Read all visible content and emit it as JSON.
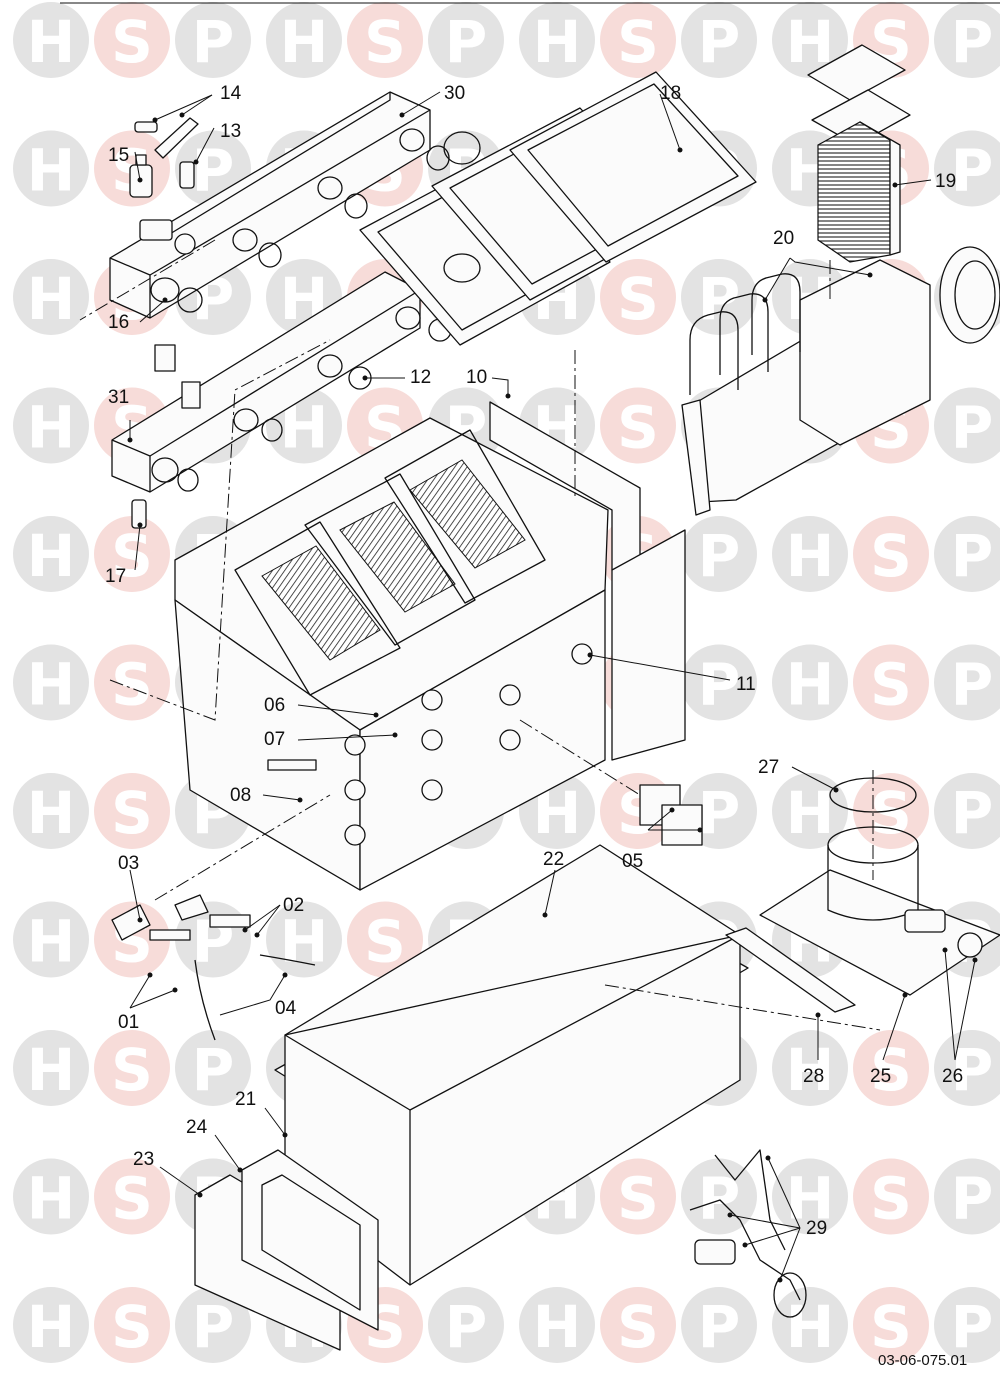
{
  "diagram": {
    "watermark": {
      "letters": [
        "H",
        "S",
        "P"
      ],
      "columns": 4,
      "rows": 11
    },
    "callouts": {
      "c01": "01",
      "c02": "02",
      "c03": "03",
      "c04": "04",
      "c05": "05",
      "c06": "06",
      "c07": "07",
      "c08": "08",
      "c10": "10",
      "c11": "11",
      "c12": "12",
      "c13": "13",
      "c14": "14",
      "c15": "15",
      "c16": "16",
      "c17": "17",
      "c18": "18",
      "c19": "19",
      "c20": "20",
      "c21": "21",
      "c22": "22",
      "c23": "23",
      "c24": "24",
      "c25": "25",
      "c26": "26",
      "c27": "27",
      "c28": "28",
      "c29": "29",
      "c30": "30",
      "c31": "31"
    },
    "drawing_reference": "03-06-075.01"
  }
}
